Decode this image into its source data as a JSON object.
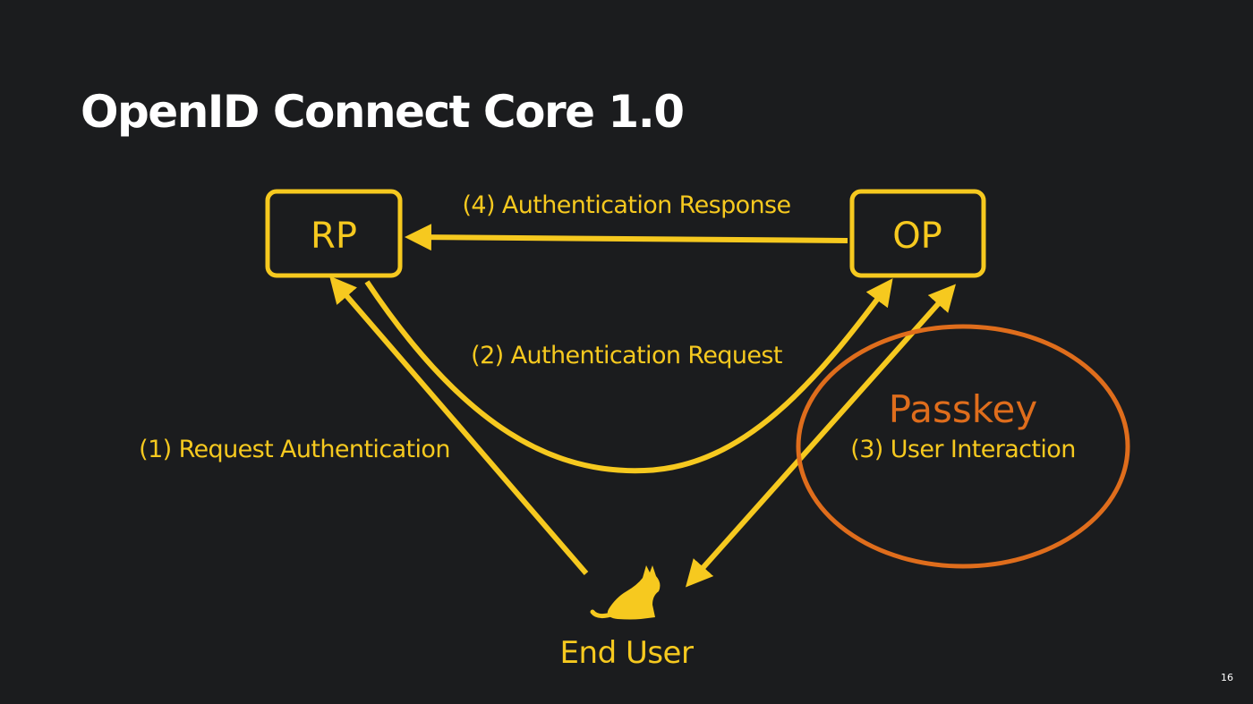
{
  "slide": {
    "title": "OpenID Connect Core 1.0",
    "page_number": "16"
  },
  "diagram": {
    "nodes": {
      "rp": "RP",
      "op": "OP",
      "end_user": "End User",
      "end_user_icon": "cat-icon"
    },
    "edges": {
      "request_authentication": "(1) Request Authentication",
      "authentication_request": "(2) Authentication Request",
      "user_interaction": "(3) User Interaction",
      "authentication_response": "(4) Authentication Response"
    },
    "highlight": {
      "label": "Passkey"
    },
    "colors": {
      "background": "#1b1c1e",
      "primary": "#f6c91f",
      "highlight": "#df6d1c",
      "title": "#ffffff"
    }
  }
}
